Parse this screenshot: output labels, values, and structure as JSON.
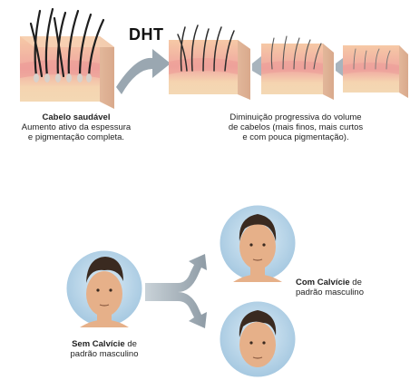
{
  "top": {
    "dht_label": "DHT",
    "healthy_title": "Cabelo saudável",
    "healthy_line1": "Aumento ativo da espessura",
    "healthy_line2": "e pigmentação completa.",
    "progress_line1": "Diminuição progressiva do volume",
    "progress_line2": "de cabelos  (mais finos, mais curtos",
    "progress_line3": "e com pouca pigmentação)."
  },
  "bottom": {
    "without_bold": "Sem Calvície",
    "without_rest": " de",
    "without_line2": "padrão masculino",
    "with_bold": "Com Calvície",
    "with_rest": " de",
    "with_line2": "padrão masculino"
  },
  "colors": {
    "skin_top": "#f5c7a4",
    "skin_body": "#f4d9b0",
    "dermis_pink": "#f3a6a0",
    "arrow_gray": "#a8b4bd",
    "hair_dark": "#1e1e1e",
    "circle_bg": "#b9d6ea",
    "face_skin": "#e8b48d"
  }
}
